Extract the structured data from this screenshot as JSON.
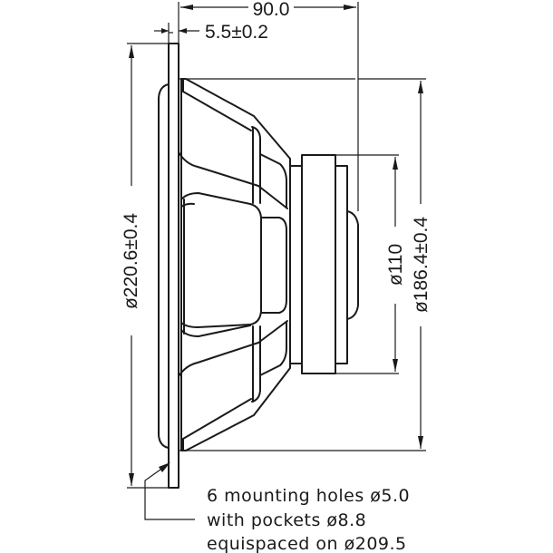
{
  "drawing": {
    "title": "Loudspeaker driver side-view dimension drawing",
    "line_color": "#1a1a1a",
    "background": "#ffffff",
    "dimensions": {
      "overall_depth": "90.0",
      "flange_thickness": "5.5±0.2",
      "outer_diameter": "ø220.6±0.4",
      "magnet_diameter": "ø110",
      "cutout_diameter": "ø186.4±0.4"
    },
    "note": {
      "line1": "6 mounting holes ø5.0",
      "line2": "with pockets ø8.8",
      "line3": "equispaced on ø209.5"
    }
  }
}
